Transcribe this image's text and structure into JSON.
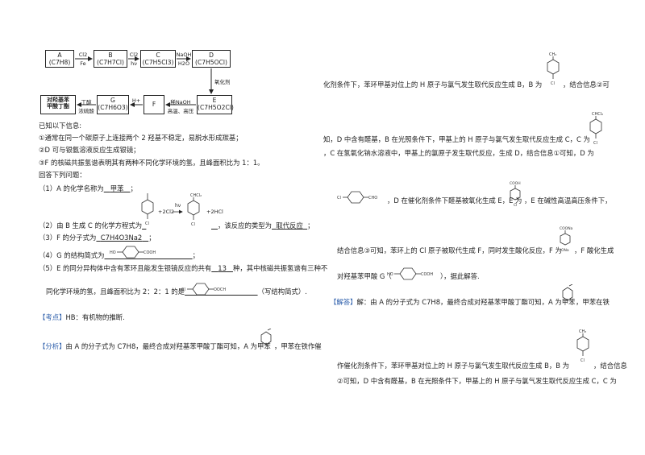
{
  "scheme": {
    "boxes": {
      "a": [
        "A",
        "(C7H8)"
      ],
      "b": [
        "B",
        "(C7H7Cl)"
      ],
      "c": [
        "C",
        "(C7H5Cl3)"
      ],
      "d": [
        "D",
        "(C7H5OCl)"
      ],
      "e": [
        "E",
        "(C7H5O2Cl)"
      ],
      "f": [
        "F"
      ],
      "g": [
        "G",
        "(C7H6O3)"
      ],
      "target": [
        "对羟基苯",
        "甲酸丁酯"
      ]
    },
    "arrows": {
      "ab_top": "Cl2",
      "ab_bot": "Fe",
      "bc_top": "Cl2",
      "bc_bot": "hν",
      "cd_top": "NaOH",
      "cd_bot": "H2O",
      "de_side": "氧化剂",
      "ef_top": "稀NaOH",
      "ef_bot": "高温、高压",
      "fg_top": "H+",
      "gt_top": "丁醇",
      "gt_bot": "浓硫酸"
    }
  },
  "left": {
    "known": "已知以下信息:",
    "info1": "①通常在同一个碳原子上连接两个 2 羟基不稳定，易脱水形成羰基；",
    "info2": "②D 可与银氨溶液反应生成银镜；",
    "info3": "③F 的核磁共振氢谱表明其有两种不同化学环境的氢，且峰面积比为 1：1。",
    "answer_q": "回答下列问题：",
    "q1_pre": "（1）A 的化学名称为",
    "q1_ans": "甲苯",
    "q1_post": "；",
    "q2_pre": "（2）由 B 生成 C 的化学方程式为",
    "q2_plus1": "+2Cl2",
    "q2_cond": "hν",
    "q2_plus2": "+2HCl",
    "q2_mid": "，该反应的类型为",
    "q2_ans": "取代反应",
    "q2_post": "；",
    "q3_pre": "（3）F 的分子式为",
    "q3_ans": "C7H4O3Na2",
    "q3_post": "；",
    "q4_pre": "（4）G 的结构简式为",
    "q4_post": "；",
    "q5_line1_pre": "（5）E 的同分异构体中含有苯环且能发生银镜反应的共有",
    "q5_ans": "13",
    "q5_line1_post": "种，其中核磁共振氢谱有三种不",
    "q5_line2_pre": "同化学环境的氢，且峰面积比为 2：2：1 的是",
    "q5_line2_post": "（写结构简式）.",
    "kaodian_tag": "【考点】",
    "kaodian_text": "HB：有机物的推断.",
    "fenxi_tag": "【分析】",
    "fenxi_text": "由 A 的分子式为 C7H8，最终合成对羟基苯甲酸丁酯可知，A 为甲苯",
    "fenxi_tail": "，甲苯在铁作催"
  },
  "right": {
    "p1": "化剂条件下，苯环甲基对位上的 H 原子与氯气发生取代反应生成 B，B 为",
    "p1_tail": "，结合信息②可",
    "p2": "知，D 中含有醛基，B 在光照条件下，甲基上的 H 原子与氯气发生取代反应生成 C，C 为",
    "p3": "，C 在氢氧化钠水溶液中，甲基上的氯原子发生取代反应，生成 D，结合信息①可知，D 为",
    "p4": "，D 在催化剂条件下醛基被氧化生成 E，E 为",
    "p4_tail": "，E 在碱性高温高压条件下，",
    "p5": "结合信息③可知，苯环上的 Cl 原子被取代生成 F，同时发生酸化反应，F 为",
    "p5_tail": "，F 酸化生成",
    "p6": "对羟基苯甲酸 G（",
    "p6_tail": "），据此解答.",
    "jieda_tag": "【解答】",
    "jieda_text": "解：由 A 的分子式为 C7H8，最终合成对羟基苯甲酸丁酯可知，A 为甲苯",
    "jieda_tail": "，甲苯在铁",
    "p7": "作催化剂条件下，苯环甲基对位上的 H 原子与氯气发生取代反应生成 B，B 为",
    "p7_tail": "，结合信息",
    "p8": "②可知，D 中含有醛基，B 在光照条件下，甲基上的 H 原子与氯气发生取代反应生成 C，C 为"
  },
  "colors": {
    "tag": "#2a5caa",
    "text": "#222222"
  }
}
